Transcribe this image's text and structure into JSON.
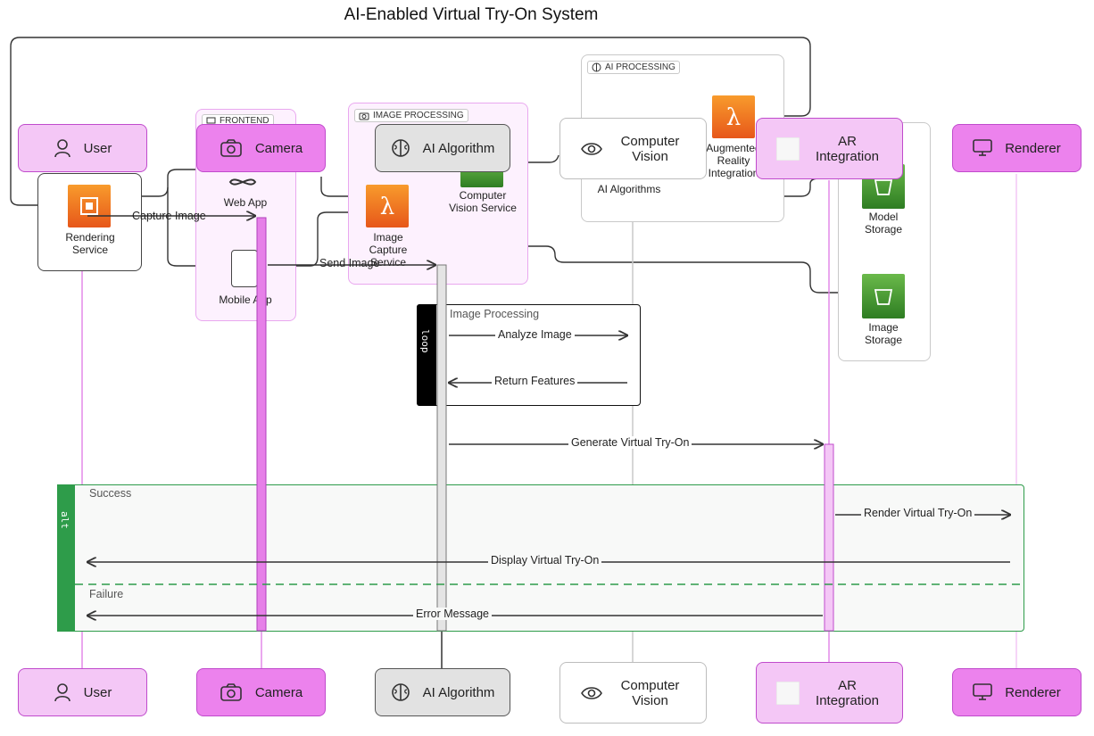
{
  "title": "AI-Enabled Virtual Try-On System",
  "groups": {
    "frontend": "FRONTEND",
    "image_processing": "IMAGE PROCESSING",
    "ai_processing": "AI PROCESSING"
  },
  "services": {
    "rendering": "Rendering Service",
    "web_app": "Web App",
    "mobile_app": "Mobile App",
    "image_capture": "Image Capture Service",
    "cv_service": "Computer Vision Service",
    "ai_algorithms": "AI Algorithms",
    "ar_integration": "Augmented Reality Integration",
    "model_storage": "Model Storage",
    "image_storage": "Image Storage"
  },
  "participants": [
    {
      "id": "user",
      "label": "User",
      "icon": "user-icon"
    },
    {
      "id": "camera",
      "label": "Camera",
      "icon": "camera-icon"
    },
    {
      "id": "ai",
      "label": "AI Algorithm",
      "icon": "brain-icon"
    },
    {
      "id": "cv",
      "label": "Computer Vision",
      "icon": "eye-icon"
    },
    {
      "id": "ar",
      "label": "AR Integration",
      "icon": "ar-icon"
    },
    {
      "id": "renderer",
      "label": "Renderer",
      "icon": "monitor-icon"
    }
  ],
  "messages": {
    "capture": "Capture Image",
    "send": "Send Image",
    "analyze": "Analyze Image",
    "return": "Return Features",
    "generate": "Generate Virtual Try-On",
    "render": "Render Virtual Try-On",
    "display": "Display Virtual Try-On",
    "error": "Error Message"
  },
  "frames": {
    "loop_keyword": "loop",
    "loop_label": "Image Processing",
    "alt_keyword": "alt",
    "success": "Success",
    "failure": "Failure"
  },
  "colors": {
    "actor_light": "#f4c7f6",
    "actor_dark": "#ec82ed",
    "lifeline": "#e38ae8",
    "alt_frame": "#2e9c4a",
    "loop_frame": "#000000"
  }
}
